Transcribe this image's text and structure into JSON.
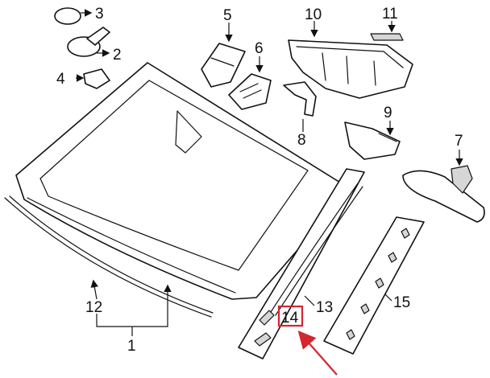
{
  "diagram": {
    "callouts": [
      {
        "id": "c1",
        "text": "1"
      },
      {
        "id": "c2",
        "text": "2"
      },
      {
        "id": "c3",
        "text": "3"
      },
      {
        "id": "c4",
        "text": "4"
      },
      {
        "id": "c5",
        "text": "5"
      },
      {
        "id": "c6",
        "text": "6"
      },
      {
        "id": "c7",
        "text": "7"
      },
      {
        "id": "c8",
        "text": "8"
      },
      {
        "id": "c9",
        "text": "9"
      },
      {
        "id": "c10",
        "text": "10"
      },
      {
        "id": "c11",
        "text": "11"
      },
      {
        "id": "c12",
        "text": "12"
      },
      {
        "id": "c13",
        "text": "13"
      },
      {
        "id": "c14",
        "text": "14"
      },
      {
        "id": "c15",
        "text": "15"
      }
    ],
    "highlight_color": "#d3262e"
  }
}
